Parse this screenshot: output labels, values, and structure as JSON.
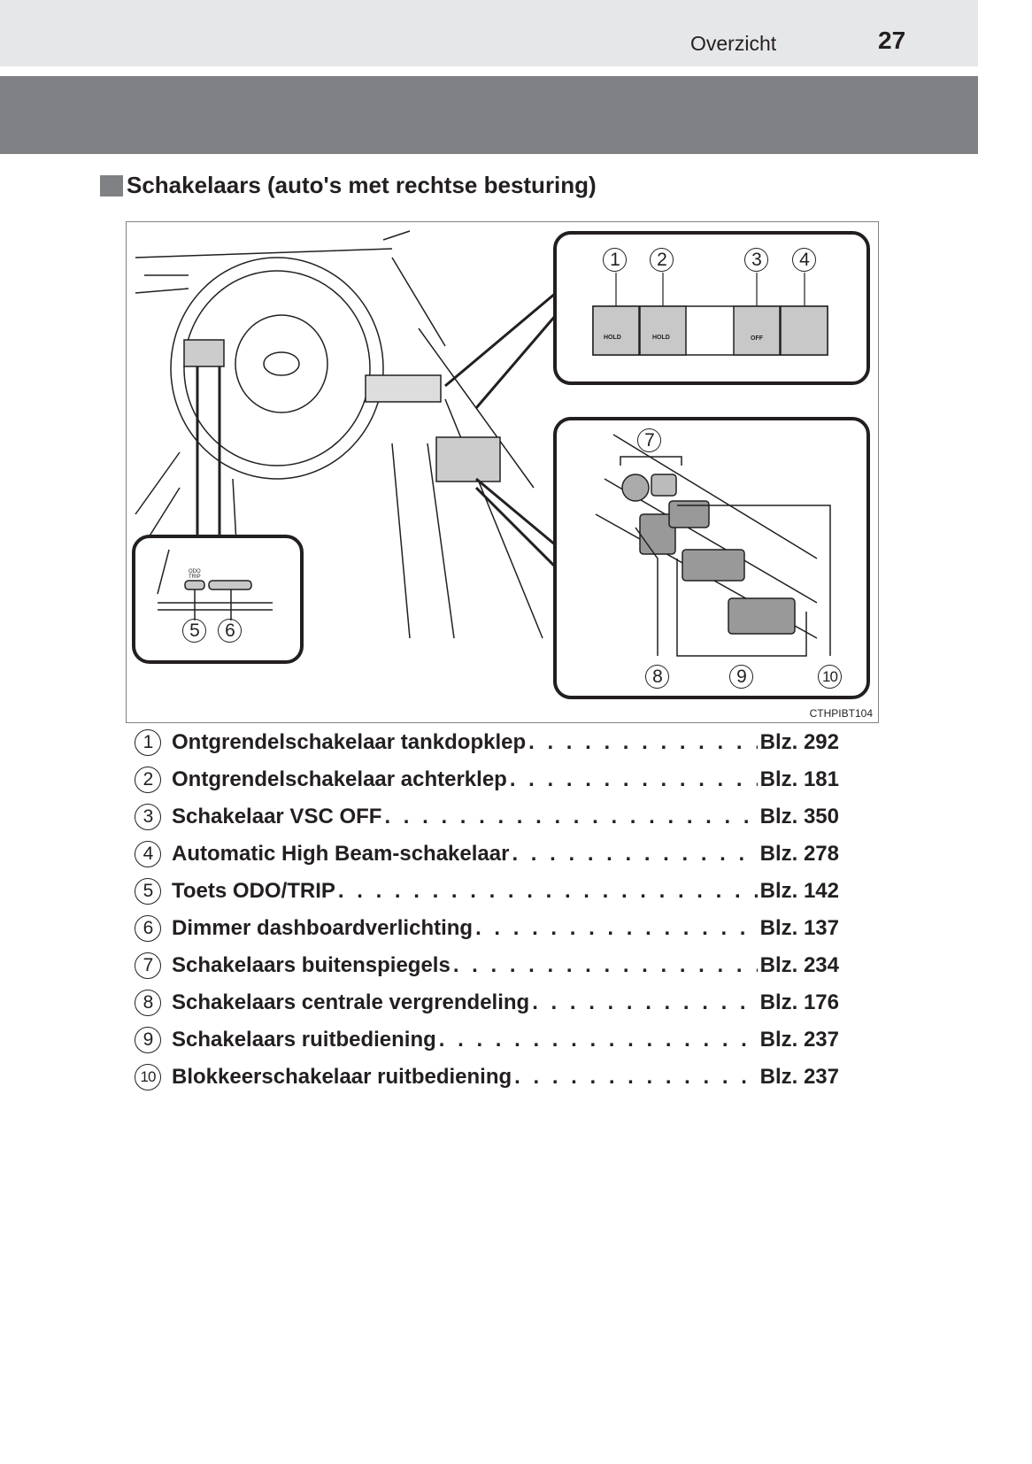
{
  "header": {
    "section": "Overzicht",
    "page_number": "27"
  },
  "heading": "Schakelaars (auto's met rechtse besturing)",
  "figure": {
    "code": "CTHPIBT104",
    "callouts": [
      "1",
      "2",
      "3",
      "4",
      "5",
      "6",
      "7",
      "8",
      "9",
      "10"
    ],
    "switch_labels": {
      "fuel": "HOLD",
      "trunk": "HOLD",
      "vsc": "OFF",
      "odo": "ODO",
      "trip": "TRIP"
    }
  },
  "items": [
    {
      "num": "1",
      "label": "Ontgrendelschakelaar tankdopklep",
      "ref": "Blz. 292"
    },
    {
      "num": "2",
      "label": "Ontgrendelschakelaar achterklep",
      "ref": "Blz. 181"
    },
    {
      "num": "3",
      "label": "Schakelaar VSC OFF",
      "ref": "Blz. 350"
    },
    {
      "num": "4",
      "label": "Automatic High Beam-schakelaar",
      "ref": "Blz. 278"
    },
    {
      "num": "5",
      "label": "Toets ODO/TRIP",
      "ref": "Blz. 142"
    },
    {
      "num": "6",
      "label": "Dimmer dashboardverlichting",
      "ref": "Blz. 137"
    },
    {
      "num": "7",
      "label": "Schakelaars buitenspiegels",
      "ref": "Blz. 234"
    },
    {
      "num": "8",
      "label": "Schakelaars centrale vergrendeling",
      "ref": "Blz. 176"
    },
    {
      "num": "9",
      "label": "Schakelaars ruitbediening",
      "ref": "Blz. 237"
    },
    {
      "num": "10",
      "label": "Blokkeerschakelaar ruitbediening",
      "ref": "Blz. 237"
    }
  ]
}
